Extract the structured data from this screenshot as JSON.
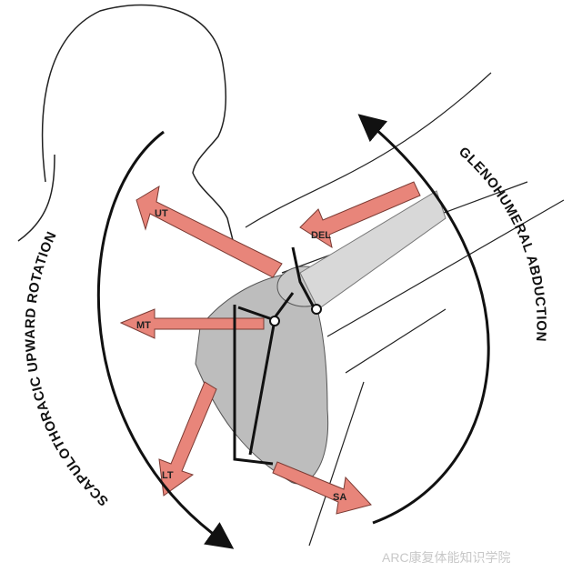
{
  "labels": {
    "ut": "UT",
    "del": "DEL",
    "mt": "MT",
    "lt": "LT",
    "sa": "SA"
  },
  "arcs": {
    "left": "SCAPULOTHORACIC UPWARD ROTATION",
    "right": "GLENOHUMERAL ABDUCTION"
  },
  "watermark": "ARC康复体能知识学院",
  "colors": {
    "muscle_arrow": "#e8857a",
    "bone": "#bdbdbd"
  }
}
